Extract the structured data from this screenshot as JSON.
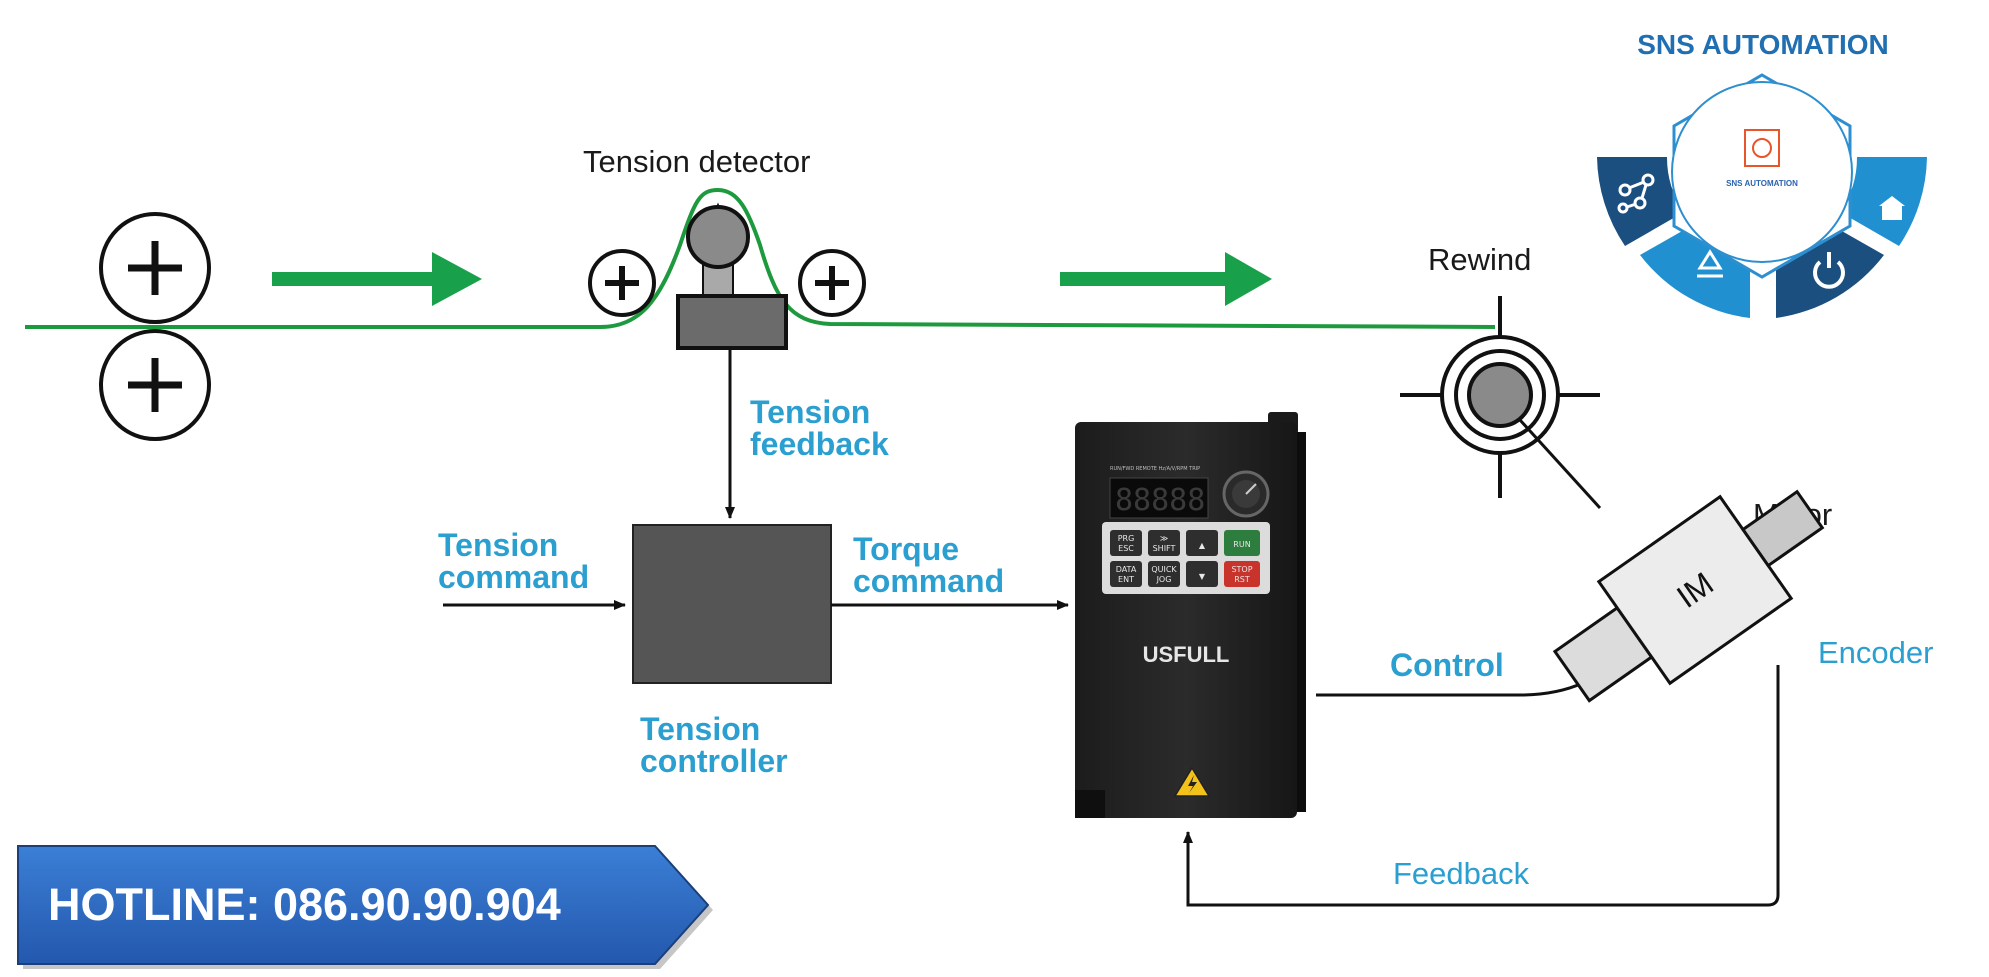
{
  "labels": {
    "tension_detector": "Tension detector",
    "rewind": "Rewind",
    "tension_feedback": [
      "Tension",
      "feedback"
    ],
    "tension_command": [
      "Tension",
      "command"
    ],
    "torque_command": [
      "Torque",
      "command"
    ],
    "tension_controller": [
      "Tension",
      "controller"
    ],
    "control": "Control",
    "motor": "Motor",
    "encoder": "Encoder",
    "feedback": "Feedback",
    "motor_code": "IM"
  },
  "vfd": {
    "brand": "USFULL",
    "display": "88888",
    "indicator_strip": "RUN/FWD  REMOTE  Hz/A/V/RPM  TRIP",
    "keys": [
      [
        "PRG",
        "ESC"
      ],
      [
        "≫",
        "SHIFT"
      ],
      [
        "▲",
        ""
      ],
      [
        "RUN",
        ""
      ],
      [
        "DATA",
        "ENT"
      ],
      [
        "QUICK",
        "JOG"
      ],
      [
        "▼",
        ""
      ],
      [
        "STOP",
        "RST"
      ]
    ]
  },
  "logo": {
    "title": "SNS AUTOMATION",
    "badge_text": "SNS AUTOMATION",
    "segment_icons": [
      "molecule-icon",
      "recycle-icon",
      "power-icon",
      "briefcase-icon"
    ]
  },
  "hotline": {
    "label": "HOTLINE: 086.90.90.904"
  },
  "colors": {
    "web": "#1e9a3e",
    "arrow_green": "#19a04a",
    "label_blue": "#2a9fd0",
    "controller_box": "#555555",
    "hotline_fill": "#2e6cc4",
    "logo_navy": "#1b4f80",
    "logo_blue": "#2190d0"
  }
}
